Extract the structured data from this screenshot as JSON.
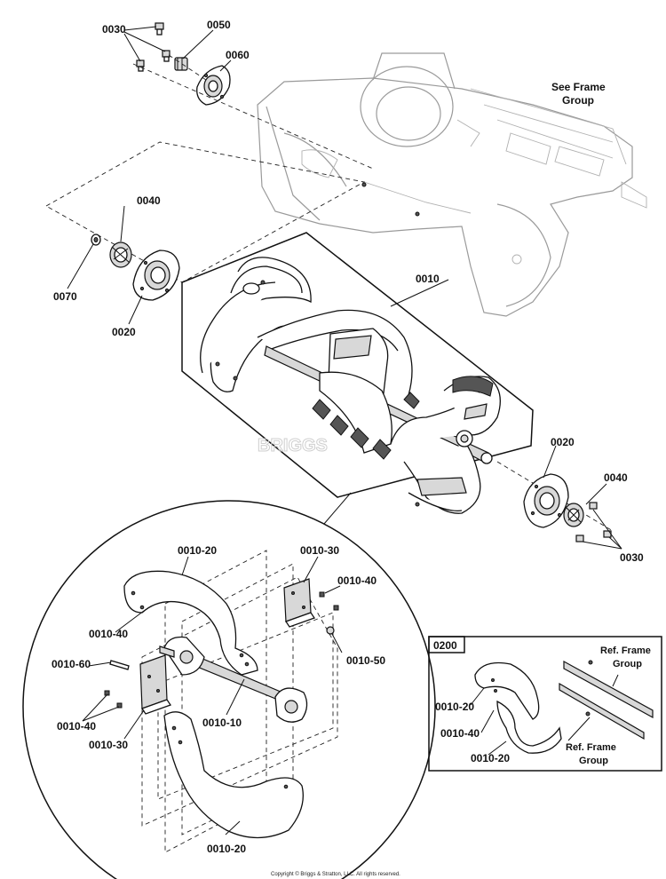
{
  "labels": {
    "l0030_top": "0030",
    "l0050": "0050",
    "l0060": "0060",
    "see_frame_group": "See Frame",
    "see_frame_group_2": "Group",
    "l0040_left": "0040",
    "l0070": "0070",
    "l0020_left": "0020",
    "l0010": "0010",
    "l0020_right": "0020",
    "l0040_right": "0040",
    "l0030_right": "0030",
    "d0010_20_top": "0010-20",
    "d0010_30_top": "0010-30",
    "d0010_40_topright": "0010-40",
    "d0010_40_left": "0010-40",
    "d0010_50": "0010-50",
    "d0010_60": "0010-60",
    "d0010_40_lower": "0010-40",
    "d0010_10": "0010-10",
    "d0010_30_lower": "0010-30",
    "d0010_20_bottom": "0010-20",
    "inset_title": "0200",
    "inset_ref_frame_1a": "Ref. Frame",
    "inset_ref_frame_1b": "Group",
    "inset_0010_20_a": "0010-20",
    "inset_0010_40": "0010-40",
    "inset_0010_20_b": "0010-20",
    "inset_ref_frame_2a": "Ref. Frame",
    "inset_ref_frame_2b": "Group",
    "copyright": "Copyright © Briggs & Stratton, LLC. All rights reserved.",
    "watermark": "BRIGGS"
  }
}
